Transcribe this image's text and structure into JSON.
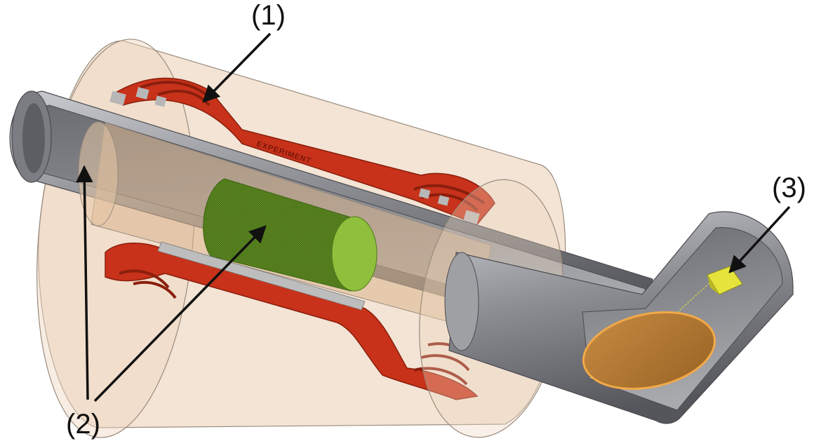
{
  "callouts": [
    {
      "id": "1",
      "label": "(1)"
    },
    {
      "id": "2",
      "label": "(2)"
    },
    {
      "id": "3",
      "label": "(3)"
    }
  ],
  "coil_engraving": "EXPERIMENT",
  "colors": {
    "outer_cylinder": "#e9cdb2",
    "outer_cylinder_edge": "#9a8b7d",
    "pipe": "#8e8f94",
    "pipe_light": "#c3c4c8",
    "pipe_dark": "#4a4b50",
    "coil": "#c8321a",
    "coil_dark": "#8a1e0c",
    "sample": "#6f9a2a",
    "sample_end": "#8fbf3c",
    "mirror": "#b87a36",
    "mirror_rim": "#f2a948",
    "detector": "#e6e43c",
    "arrow": "#111111"
  },
  "icons": [
    "arrow-icon"
  ]
}
